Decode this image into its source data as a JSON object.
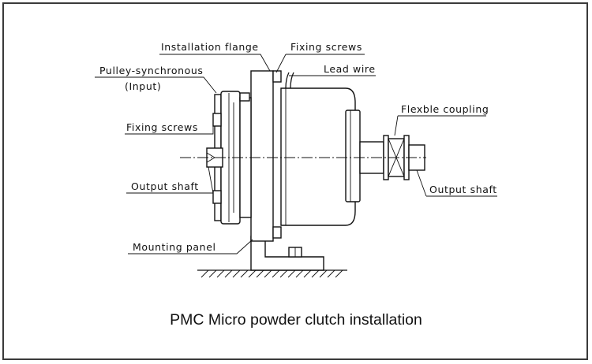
{
  "labels": {
    "installation_flange": "Installation flange",
    "fixing_screws_top": "Fixing screws",
    "lead_wire": "Lead wire",
    "pulley_line1": "Pulley-synchronous",
    "pulley_line2": "(Input)",
    "fixing_screws_left": "Fixing screws",
    "output_shaft_left": "Output shaft",
    "flexible_coupling": "Flexble coupling",
    "output_shaft_right": "Output shaft",
    "mounting_panel": "Mounting panel"
  },
  "caption": "PMC Micro powder clutch installation"
}
